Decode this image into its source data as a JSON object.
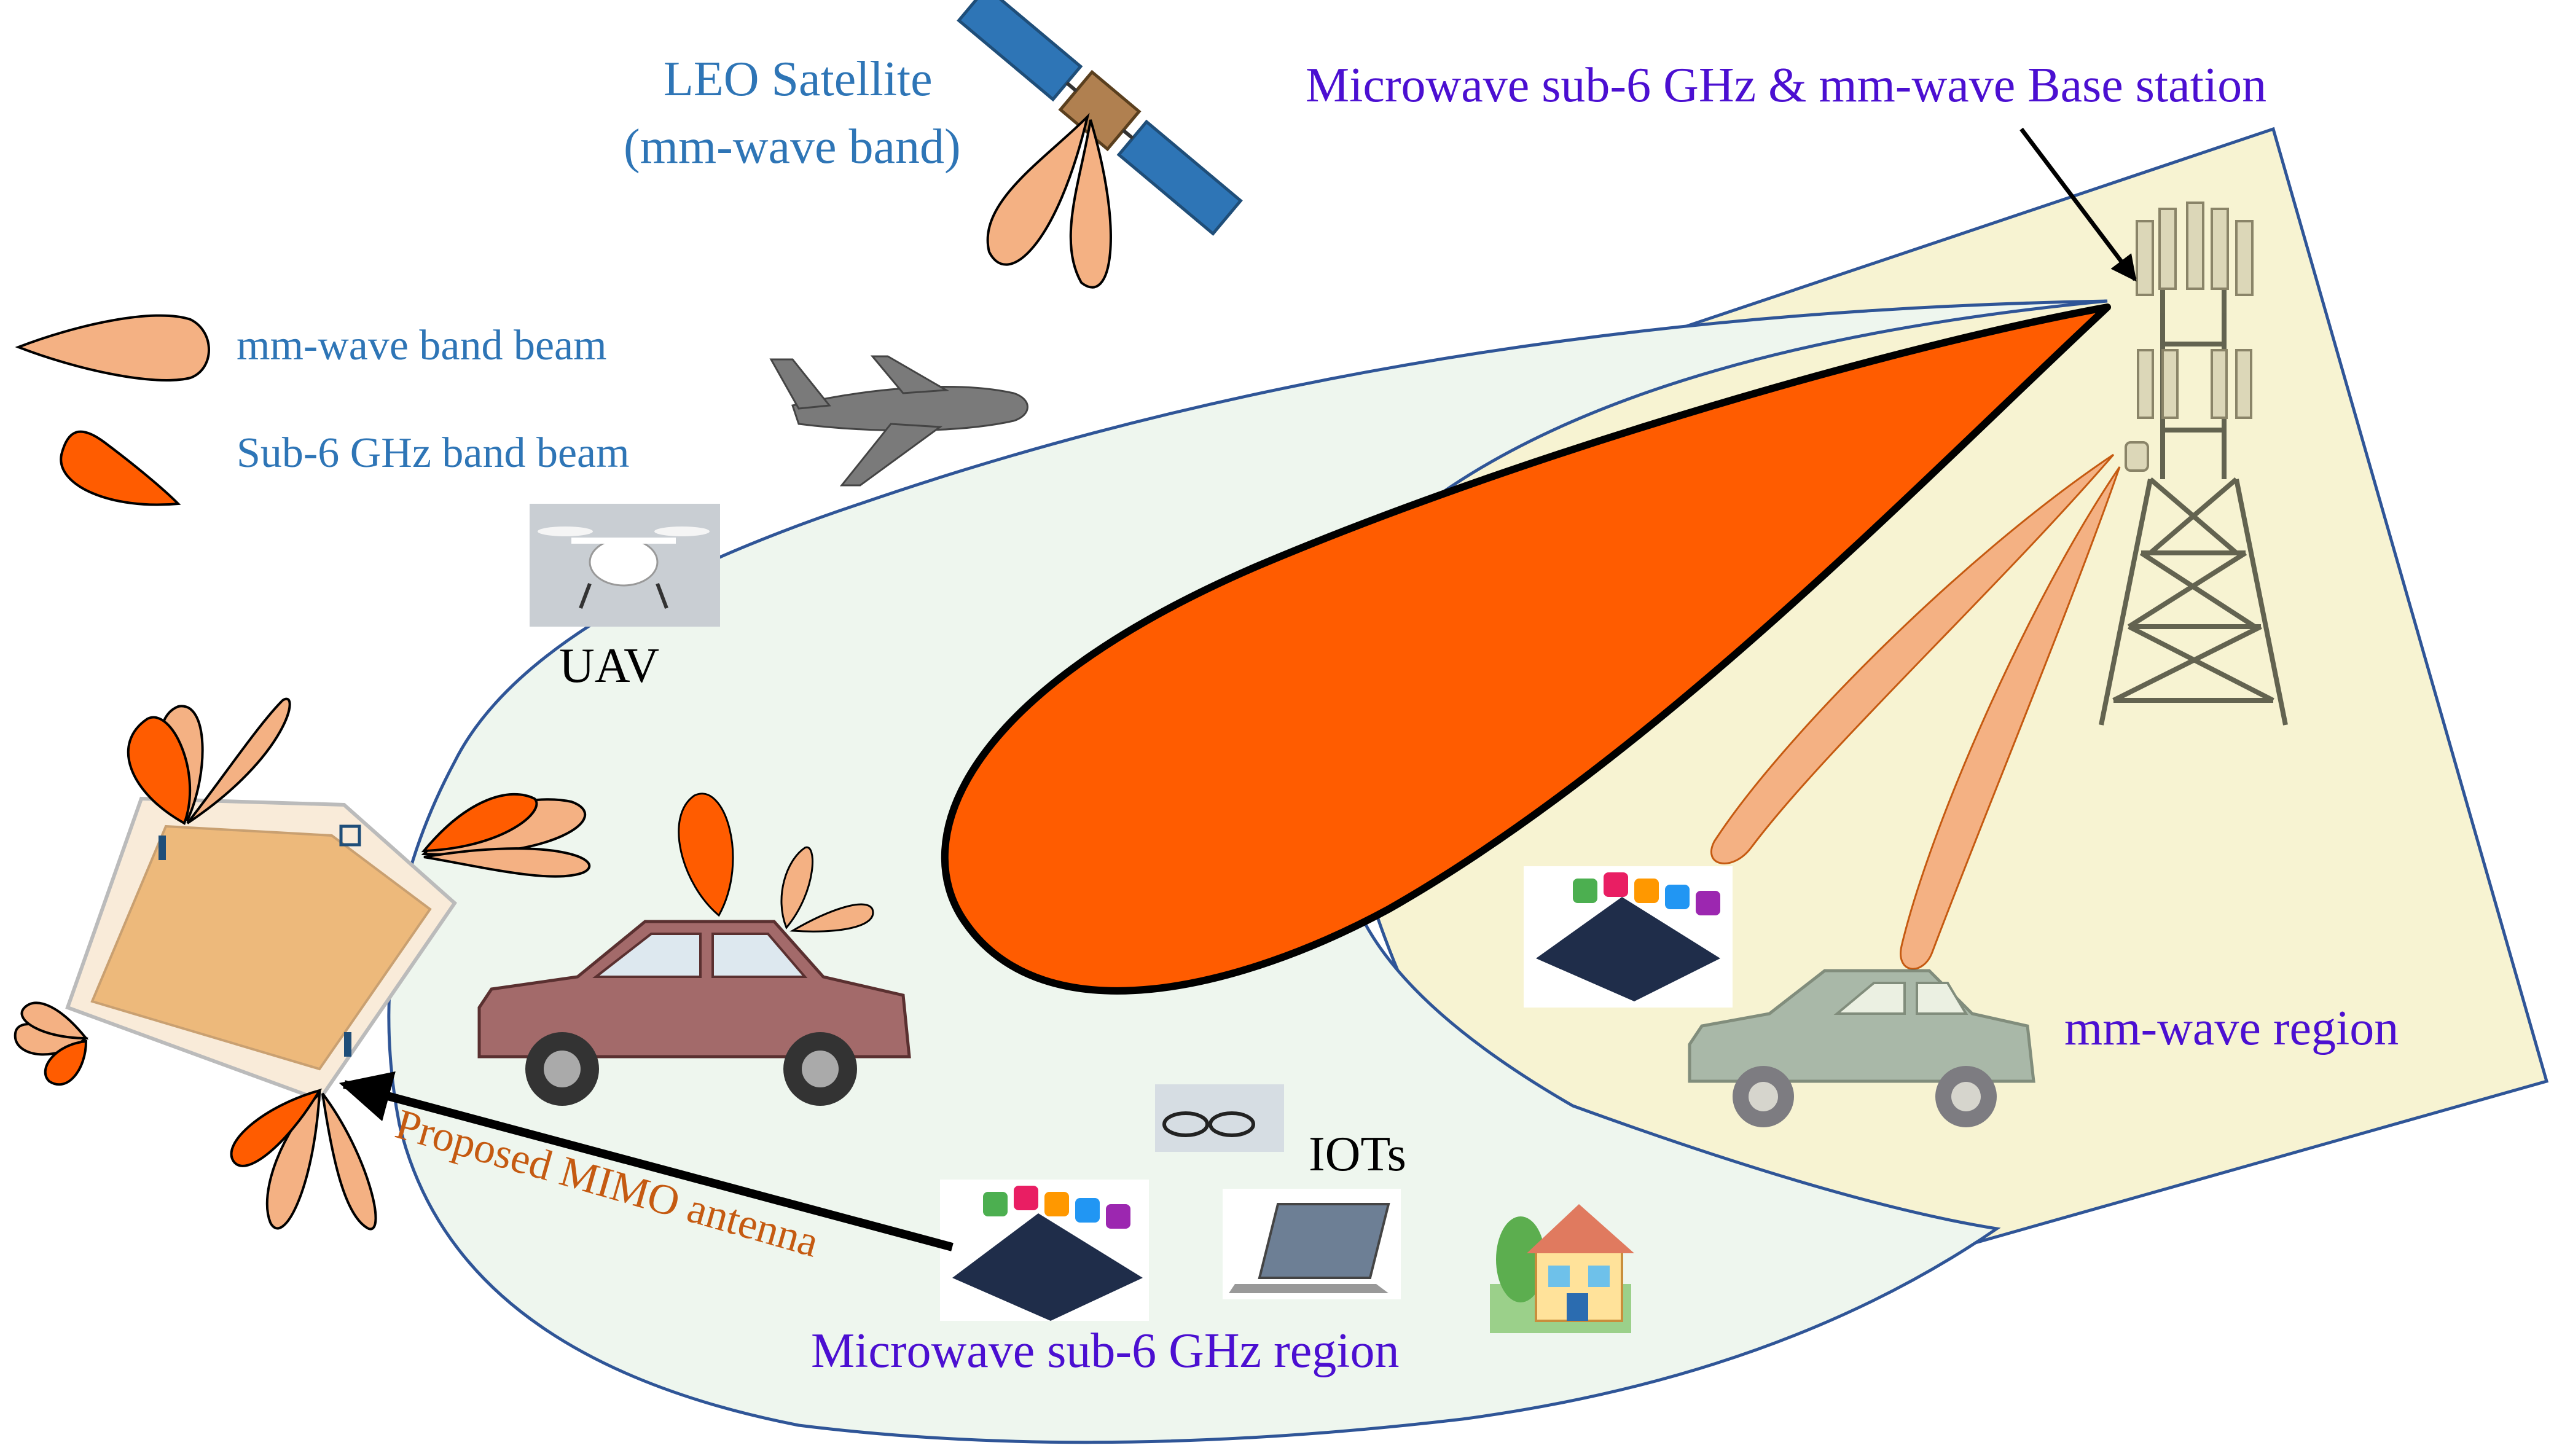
{
  "labels": {
    "satellite_line1": "LEO Satellite",
    "satellite_line2": "(mm-wave band)",
    "base_station": "Microwave sub-6 GHz & mm-wave Base station",
    "uav": "UAV",
    "iots": "IOTs",
    "mmwave_region": "mm-wave region",
    "microwave_region": "Microwave sub-6 GHz region",
    "proposed_antenna": "Proposed MIMO antenna"
  },
  "legend": {
    "mmwave_beam": "mm-wave band beam",
    "sub6_beam": "Sub-6 GHz band beam"
  },
  "colors": {
    "mmwave_beam": "#F4B183",
    "sub6_beam": "#FF5C00",
    "mmwave_region_fill": "#F7F3D2",
    "microwave_region_fill": "#EEF6EE",
    "region_stroke": "#2F5597",
    "label_blue": "#2E75B6",
    "label_purple": "#4B0FD1",
    "label_orange": "#C55A11"
  },
  "icons": [
    "satellite-icon",
    "airplane-icon",
    "drone-icon",
    "tower-icon",
    "car-icon",
    "smartphone-icon",
    "laptop-icon",
    "house-icon",
    "glasses-icon",
    "antenna-board-icon"
  ]
}
